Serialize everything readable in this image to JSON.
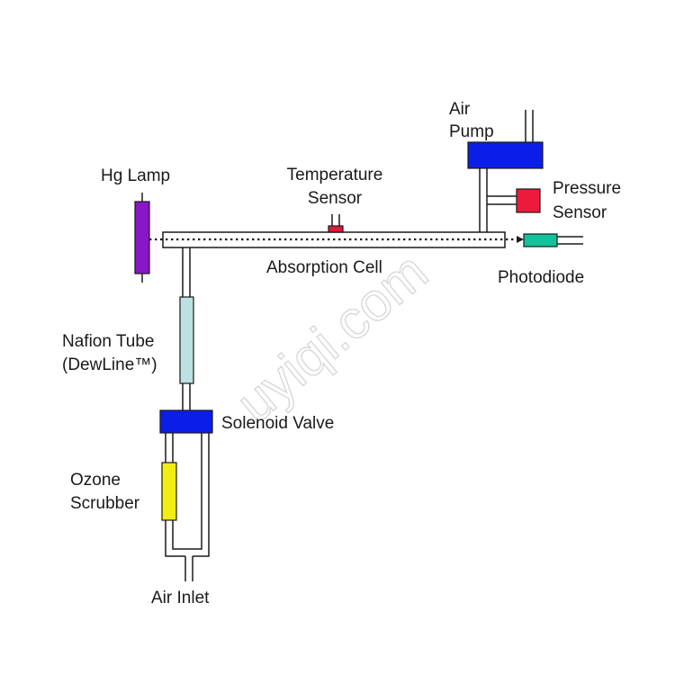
{
  "labels": {
    "hg_lamp": "Hg Lamp",
    "temperature_sensor_line1": "Temperature",
    "temperature_sensor_line2": "Sensor",
    "air_pump_line1": "Air",
    "air_pump_line2": "Pump",
    "pressure_sensor_line1": "Pressure",
    "pressure_sensor_line2": "Sensor",
    "absorption_cell": "Absorption Cell",
    "photodiode": "Photodiode",
    "nafion_tube_line1": "Nafion Tube",
    "nafion_tube_line2": "(DewLine™)",
    "solenoid_valve": "Solenoid Valve",
    "ozone_scrubber_line1": "Ozone",
    "ozone_scrubber_line2": "Scrubber",
    "air_inlet": "Air Inlet"
  },
  "watermark": "uyiqi.com",
  "colors": {
    "hg_lamp": "#8a16c8",
    "temperature_sensor": "#e0183c",
    "air_pump": "#0a1ee8",
    "pressure_sensor": "#ee1a3c",
    "photodiode": "#12c29a",
    "nafion_tube": "#bde0e2",
    "solenoid_valve": "#0a1ee8",
    "ozone_scrubber": "#f2ee12"
  }
}
